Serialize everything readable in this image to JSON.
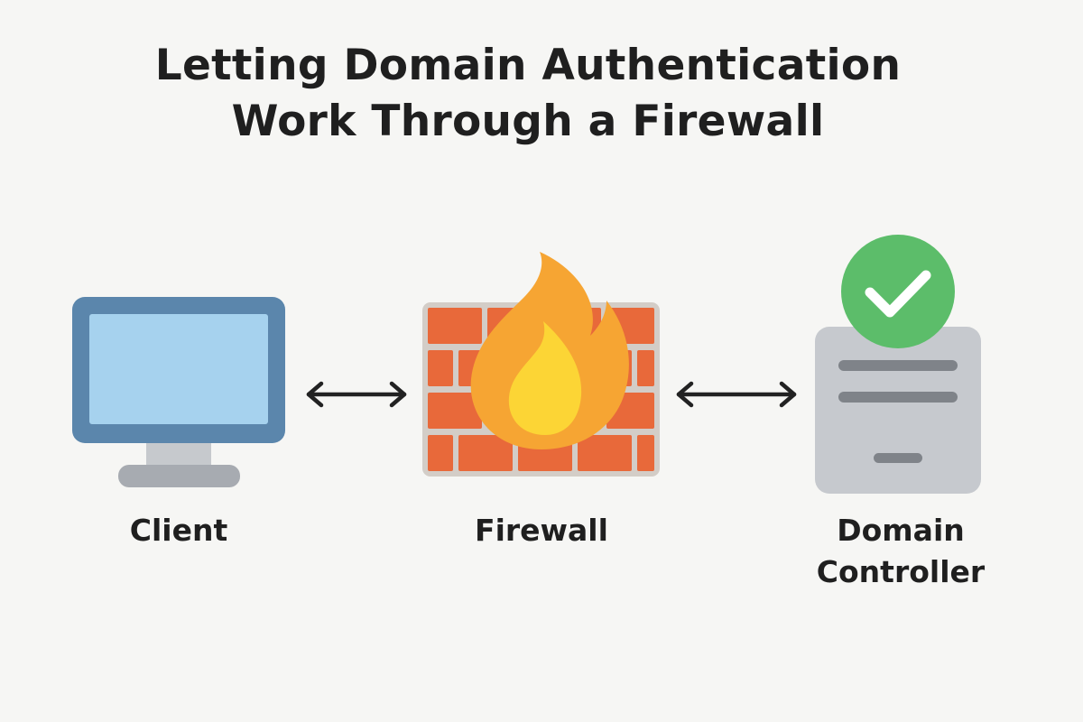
{
  "title": {
    "line1": "Letting Domain Authentication",
    "line2": "Work Through a Firewall"
  },
  "nodes": {
    "client": {
      "label": "Client",
      "icon": "monitor-icon"
    },
    "firewall": {
      "label": "Firewall",
      "icon": "firewall-icon"
    },
    "domain_controller": {
      "label_line1": "Domain",
      "label_line2": "Controller",
      "icon": "server-icon",
      "badge_icon": "checkmark-icon"
    }
  },
  "connections": [
    {
      "from": "Client",
      "to": "Firewall",
      "direction": "bidirectional"
    },
    {
      "from": "Firewall",
      "to": "Domain Controller",
      "direction": "bidirectional"
    }
  ],
  "colors": {
    "background": "#f6f6f4",
    "monitor_frame": "#5b86ac",
    "monitor_screen": "#a6d2ee",
    "brick": "#e8693a",
    "mortar": "#d3cdc7",
    "flame_outer": "#f6a533",
    "flame_inner": "#fcd535",
    "server_body": "#c6c9ce",
    "server_lines": "#7f8389",
    "check_badge": "#5cbd6a",
    "arrow": "#222222"
  }
}
